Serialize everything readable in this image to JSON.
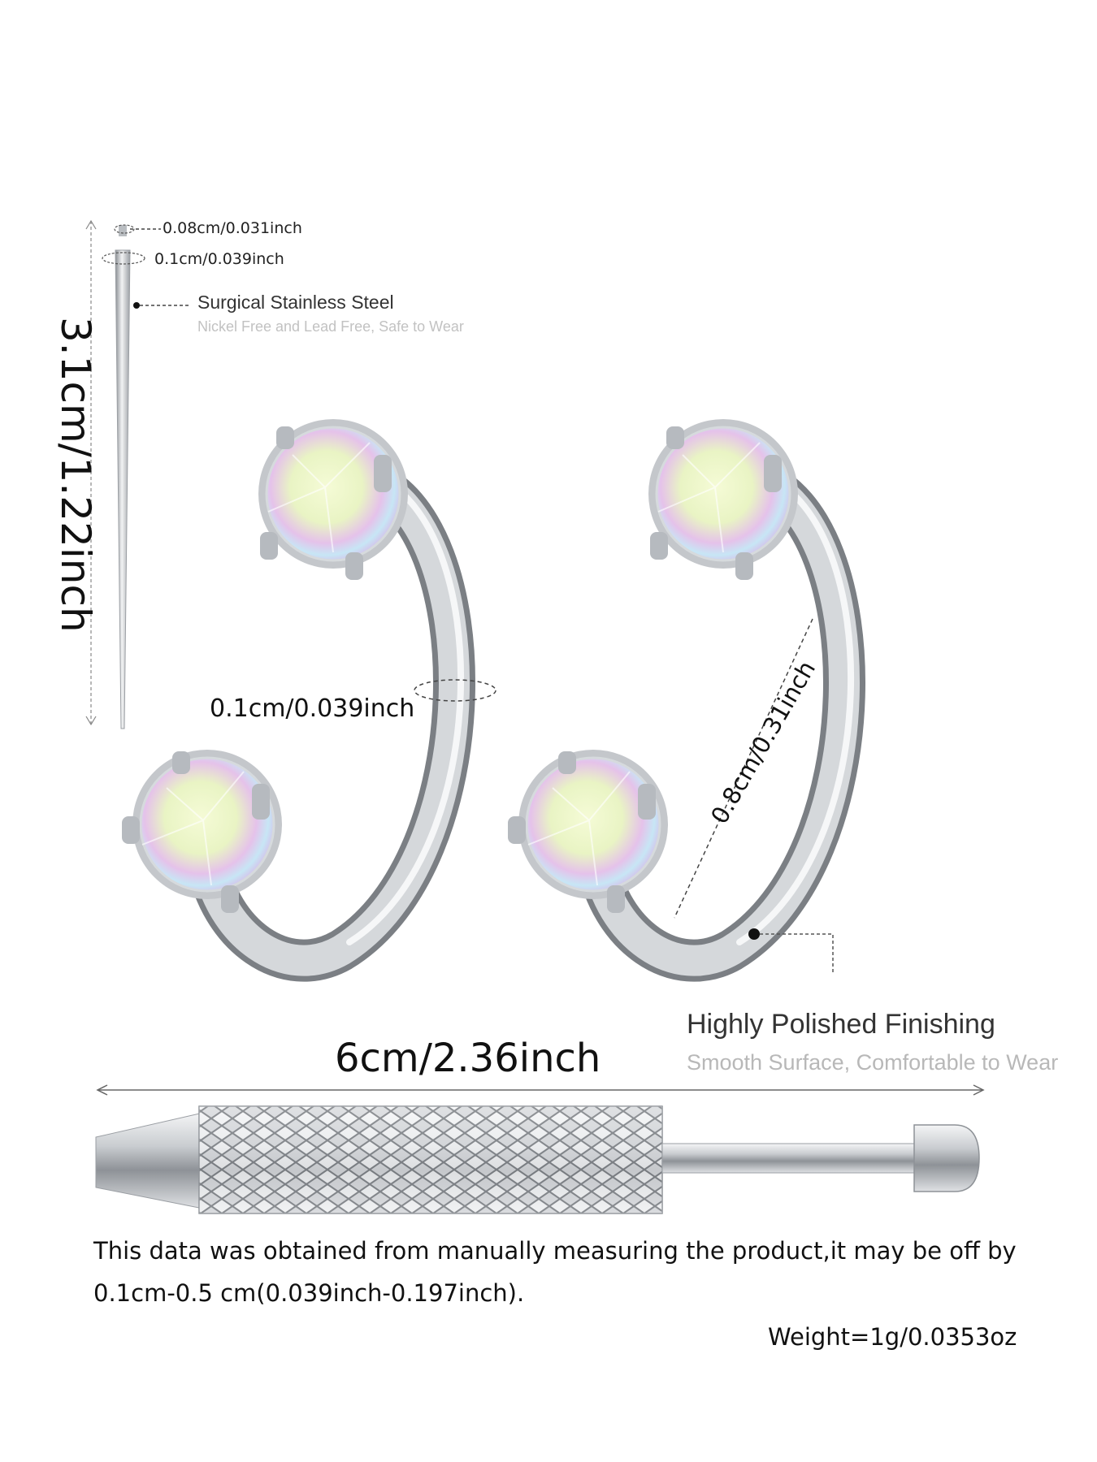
{
  "labels": {
    "needle_tip": "0.08cm/0.031inch",
    "needle_gauge": "0.1cm/0.039inch",
    "steel_title": "Surgical Stainless Steel",
    "steel_subtitle": "Nickel Free and Lead Free, Safe to Wear",
    "needle_length": "3.1cm/1.22inch",
    "ring_gauge": "0.1cm/0.039inch",
    "ring_diameter": "0.8cm/0.31inch",
    "finish_title": "Highly Polished Finishing",
    "finish_subtitle": "Smooth Surface, Comfortable to Wear",
    "tool_length": "6cm/2.36inch"
  },
  "note": {
    "line1": "This data was obtained from manually measuring the product,it may be off by",
    "line2": "0.1cm-0.5 cm(0.039inch-0.197inch).",
    "weight": "Weight=1g/0.0353oz"
  },
  "colors": {
    "steel": "#c8ccd0",
    "steel_dark": "#7d8186",
    "crystal_green": "#eef7c8",
    "crystal_pink": "#e9b6e6",
    "crystal_blue": "#bfe5f3"
  }
}
